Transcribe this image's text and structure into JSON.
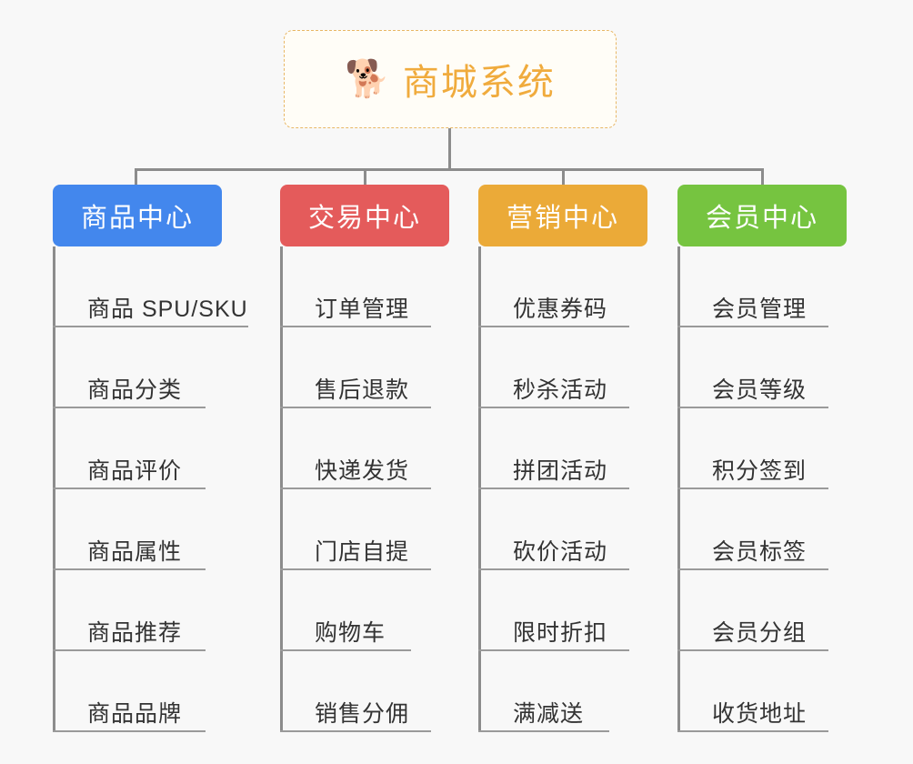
{
  "diagram": {
    "type": "org-chart-mindmap",
    "background_color": "#f8f8f8",
    "connector_color": "#8c8c8c",
    "root": {
      "icon": "shiba-dog-emoji",
      "icon_glyph": "🐕",
      "title": "商城系统",
      "text_color": "#f0ab3d",
      "border_color": "#e8b765",
      "background_color": "#fffdf7"
    },
    "branches": [
      {
        "id": "product-center",
        "title": "商品中心",
        "color": "#4387ed",
        "items": [
          "商品 SPU/SKU",
          "商品分类",
          "商品评价",
          "商品属性",
          "商品推荐",
          "商品品牌"
        ]
      },
      {
        "id": "trade-center",
        "title": "交易中心",
        "color": "#e45b5b",
        "items": [
          "订单管理",
          "售后退款",
          "快递发货",
          "门店自提",
          "购物车",
          "销售分佣"
        ]
      },
      {
        "id": "marketing-center",
        "title": "营销中心",
        "color": "#ebaa38",
        "items": [
          "优惠券码",
          "秒杀活动",
          "拼团活动",
          "砍价活动",
          "限时折扣",
          "满减送"
        ]
      },
      {
        "id": "member-center",
        "title": "会员中心",
        "color": "#76c440",
        "items": [
          "会员管理",
          "会员等级",
          "积分签到",
          "会员标签",
          "会员分组",
          "收货地址"
        ]
      }
    ]
  }
}
